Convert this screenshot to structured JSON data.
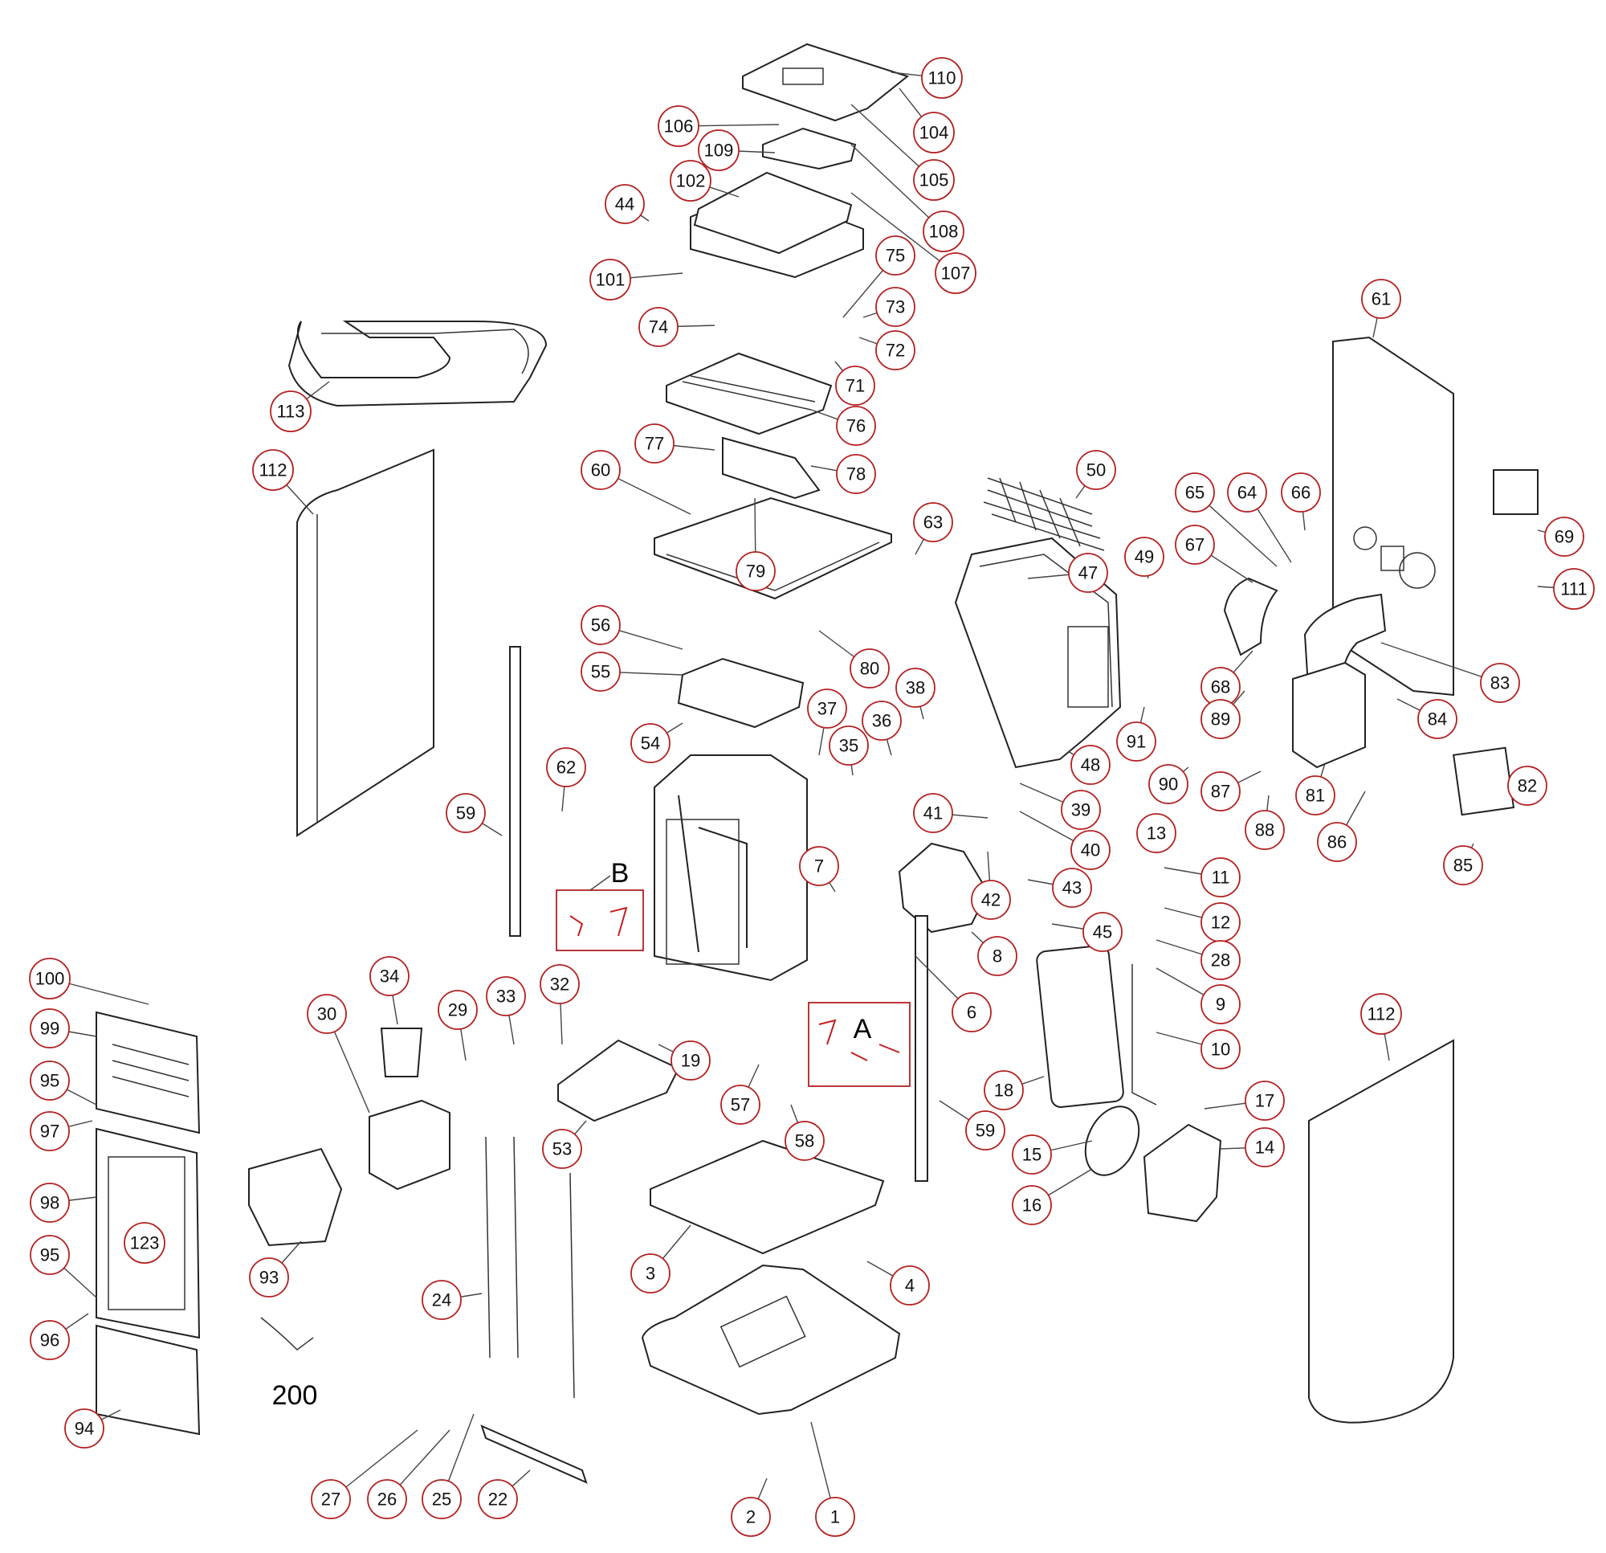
{
  "diagram": {
    "part_numbers": [
      "1",
      "2",
      "3",
      "4",
      "6",
      "7",
      "8",
      "9",
      "10",
      "11",
      "12",
      "13",
      "14",
      "15",
      "16",
      "17",
      "18",
      "19",
      "22",
      "24",
      "25",
      "26",
      "27",
      "28",
      "29",
      "30",
      "32",
      "33",
      "34",
      "35",
      "36",
      "37",
      "38",
      "39",
      "40",
      "41",
      "42",
      "43",
      "44",
      "45",
      "47",
      "48",
      "49",
      "50",
      "53",
      "54",
      "55",
      "56",
      "57",
      "58",
      "59",
      "60",
      "61",
      "62",
      "63",
      "64",
      "65",
      "66",
      "67",
      "68",
      "69",
      "71",
      "72",
      "73",
      "74",
      "75",
      "76",
      "77",
      "78",
      "79",
      "80",
      "81",
      "82",
      "83",
      "84",
      "85",
      "86",
      "87",
      "88",
      "89",
      "90",
      "91",
      "93",
      "94",
      "95",
      "96",
      "97",
      "98",
      "99",
      "100",
      "101",
      "102",
      "104",
      "105",
      "106",
      "107",
      "108",
      "109",
      "110",
      "111",
      "112",
      "113",
      "123",
      "200"
    ],
    "callout_labels": {
      "A": "A",
      "B": "B",
      "n200": "200"
    }
  }
}
